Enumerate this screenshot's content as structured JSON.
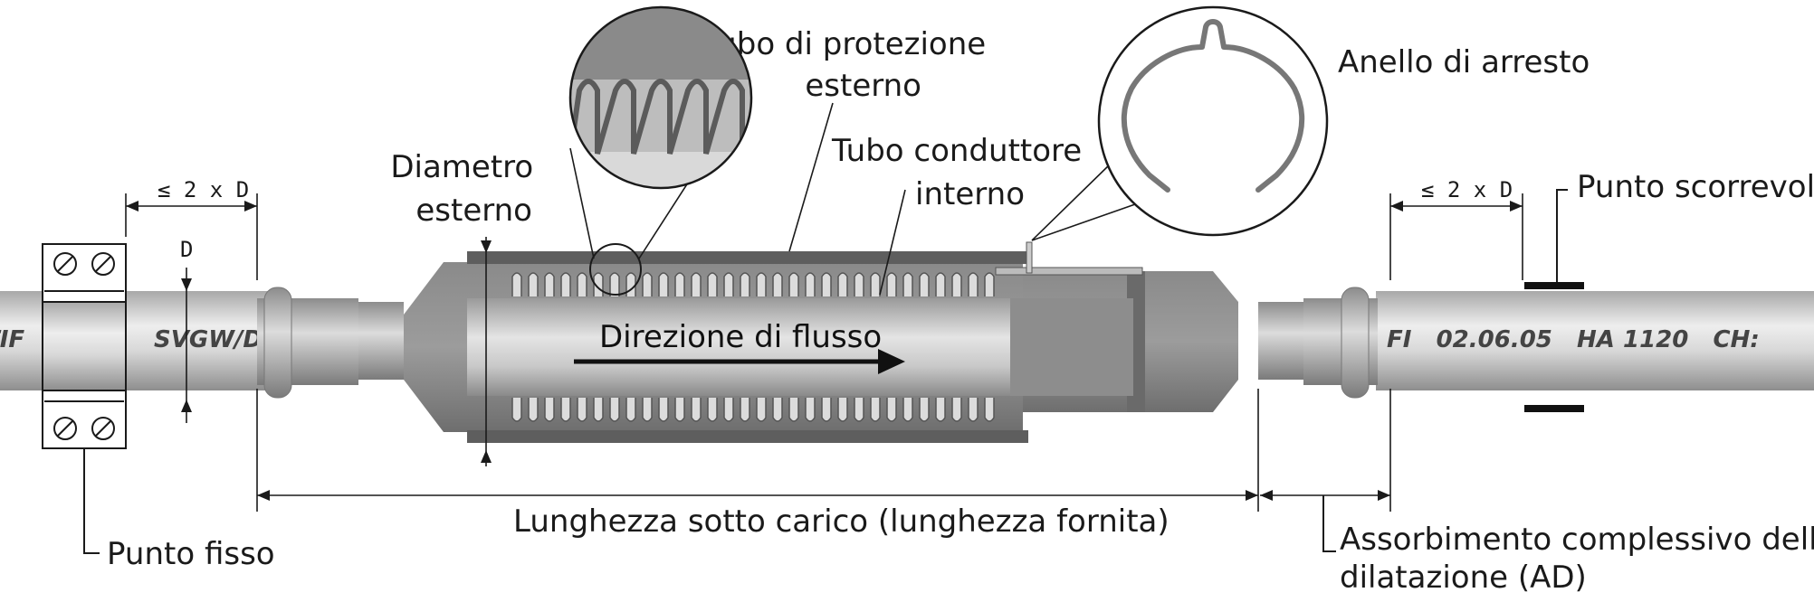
{
  "labels": {
    "outer_protective_tube": [
      "Tubo di protezione",
      "esterno"
    ],
    "stop_ring": "Anello di arresto",
    "inner_conductor_tube": [
      "Tubo conduttore",
      "interno"
    ],
    "outer_diameter": [
      "Diametro",
      "esterno"
    ],
    "sliding_point": "Punto scorrevole",
    "flow_direction": "Direzione di flusso",
    "loaded_length": "Lunghezza sotto carico (lunghezza fornita)",
    "fixed_point": "Punto fisso",
    "total_expansion": [
      "Assorbimento complessivo della",
      "dilatazione (AD)"
    ]
  },
  "dimensions": {
    "left_distance": "≤ 2 x D",
    "right_distance": "≤ 2 x D",
    "pipe_diameter": "D"
  },
  "pipe_markings": {
    "left": "SVGW/D",
    "left_cut": "TIF",
    "right": "FI   02.06.05   HA 1120   CH:"
  },
  "colors": {
    "pipe_light": "#e6e6e6",
    "pipe_dark": "#9a9a9a",
    "jacket": "#7d7d7d",
    "text": "#1a1a1a"
  }
}
